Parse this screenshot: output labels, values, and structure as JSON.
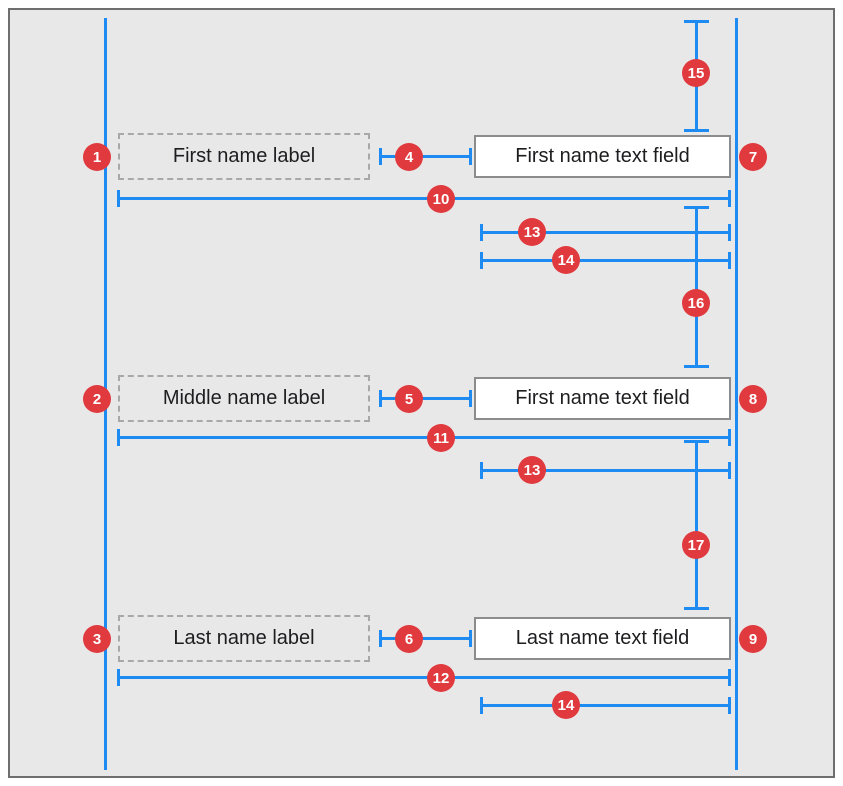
{
  "diagram": {
    "colors": {
      "accent_blue": "#1E8BF2",
      "badge_red": "#E03A3E",
      "panel_bg": "#E8E8E9",
      "panel_border": "#6E6E6E",
      "box_border": "#8C8C8C",
      "dashed_border": "#A8A8A8",
      "text": "#1D1D1F"
    },
    "boxes": {
      "row1_label": "First name label",
      "row2_label": "Middle name label",
      "row3_label": "Last name label",
      "row1_field": "First name text field",
      "row2_field": "First name text field",
      "row3_field": "Last name text field"
    },
    "badges": {
      "row1_left": "1",
      "row2_left": "2",
      "row3_left": "3",
      "row1_gap": "4",
      "row2_gap": "5",
      "row3_gap": "6",
      "row1_right": "7",
      "row2_right": "8",
      "row3_right": "9",
      "row1_width": "10",
      "row2_width": "11",
      "row3_width": "12",
      "row1_field_13": "13",
      "row1_field_14": "14",
      "row2_field_13": "13",
      "row3_field_14": "14",
      "top_spacing": "15",
      "vgap_1_2": "16",
      "vgap_2_3": "17"
    }
  }
}
